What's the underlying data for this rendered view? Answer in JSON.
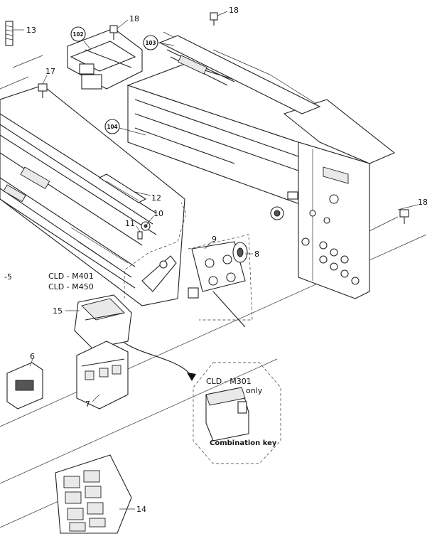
{
  "callouts": {
    "c13": "13",
    "c18a": "18",
    "c18b": "18",
    "c18c": "18",
    "c17": "17",
    "c12": "12",
    "c10": "10",
    "c11": "11",
    "c9": "9",
    "c8": "8",
    "c15": "15",
    "c6": "6",
    "c7": "7",
    "c14": "14",
    "c5": "-5"
  },
  "circled": {
    "c102": "102",
    "c103": "103",
    "c104": "104"
  },
  "models": {
    "line1": "CLD - M401",
    "line2": "CLD - M450"
  },
  "inset": {
    "model": "CLD - M301",
    "only": "only",
    "caption": "Combination key"
  }
}
